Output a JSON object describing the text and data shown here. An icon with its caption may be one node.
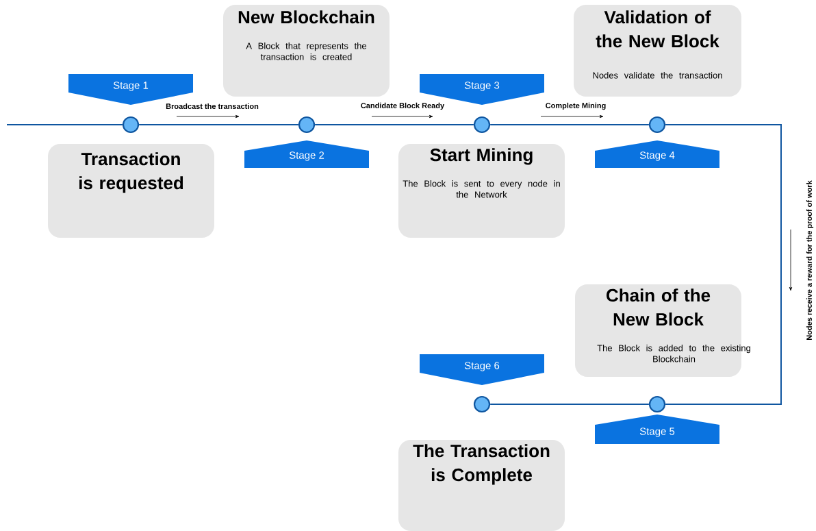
{
  "diagram": {
    "nodes": [
      {
        "text": [],
        "shape": "circle"
      },
      {
        "text": [],
        "shape": "circle"
      },
      {
        "text": [],
        "shape": "circle"
      },
      {
        "text": [],
        "shape": "circle"
      },
      {
        "text": [],
        "shape": "circle"
      },
      {
        "text": [],
        "shape": "circle"
      },
      {
        "text": [
          "Stage 1"
        ]
      },
      {
        "text": [
          "Stage 2"
        ]
      },
      {
        "text": [
          "Stage 3"
        ]
      },
      {
        "text": [
          "Stage 4"
        ]
      },
      {
        "text": [
          "Stage 5"
        ]
      },
      {
        "text": [
          "Stage 6"
        ]
      },
      {
        "text": [
          "Transaction is requested"
        ]
      },
      {
        "text": [
          "New Blockchain",
          "A Block that represents the transaction is created"
        ]
      },
      {
        "text": [
          "Start Mining",
          "The Block is sent to every node in the Network"
        ]
      },
      {
        "text": [
          "Validation of the New Block",
          "Nodes validate the transaction"
        ]
      },
      {
        "text": [
          "Chain of the New Block",
          "The Block is added to the existing Blockchain"
        ]
      },
      {
        "text": [
          "The Transaction is Complete"
        ]
      }
    ],
    "edges": [
      {
        "from": null,
        "to": 0,
        "arrow": "none"
      },
      {
        "from": 0,
        "to": 1,
        "arrow": "none",
        "label": "Broadcast the transaction"
      },
      {
        "from": 1,
        "to": 2,
        "arrow": "none",
        "label": "Candidate Block Ready"
      },
      {
        "from": 2,
        "to": 3,
        "arrow": "none",
        "label": "Complete Mining"
      },
      {
        "from": 3,
        "to": 4,
        "arrow": "none",
        "label": "Nodes receive a reward for the proof of work"
      },
      {
        "from": 4,
        "to": 5,
        "arrow": "none"
      }
    ]
  }
}
